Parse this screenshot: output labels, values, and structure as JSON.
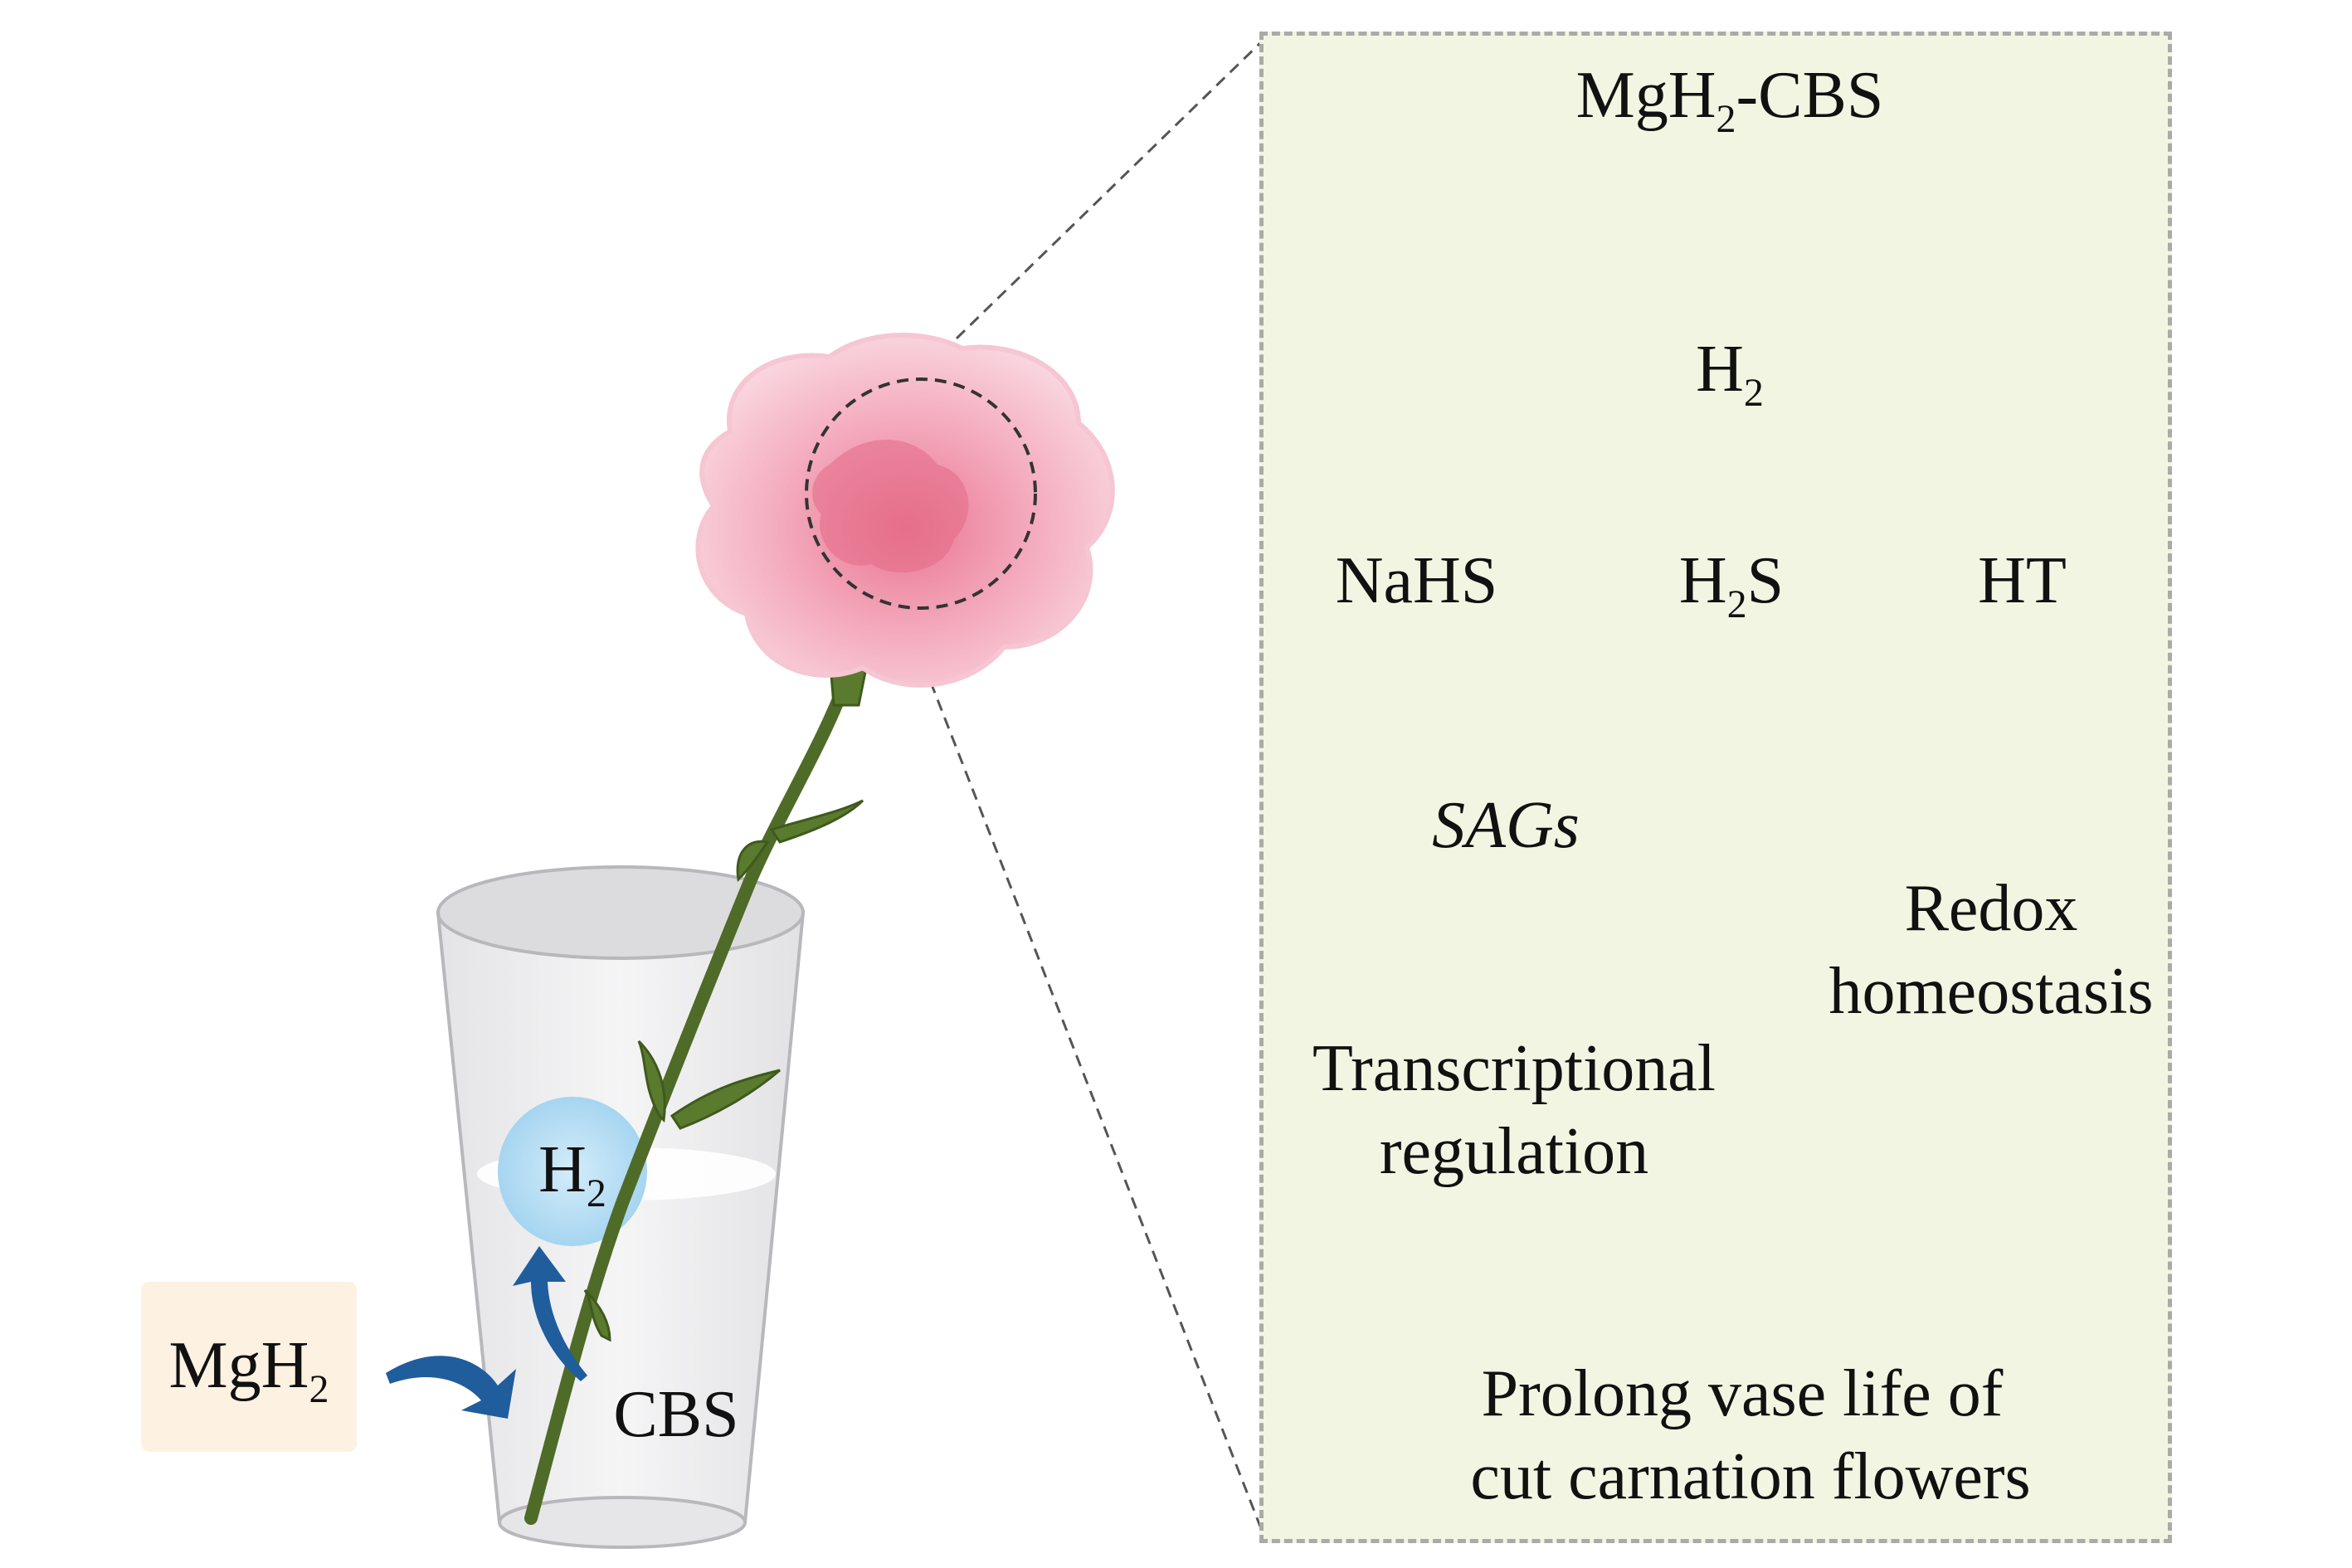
{
  "left_scene": {
    "reagent_box": {
      "main": "MgH",
      "sub": "2"
    },
    "bubble": {
      "main": "H",
      "sub": "2"
    },
    "enzyme": "CBS"
  },
  "pathway": {
    "top": {
      "main": "MgH",
      "sub": "2",
      "rest": "-CBS"
    },
    "h2": {
      "main": "H",
      "sub": "2"
    },
    "h2s": {
      "main": "H",
      "sub": "2",
      "rest": "S"
    },
    "nahs": "NaHS",
    "ht": "HT",
    "sags": "SAGs",
    "redox": [
      "Redox",
      "homeostasis"
    ],
    "transcriptional": [
      "Transcriptional",
      "regulation"
    ],
    "outcome": [
      "Prolong vase life of",
      "cut carnation flowers"
    ]
  },
  "colors": {
    "panel_bg": "#f1f5e2",
    "panel_border": "#a9aba6",
    "arrow": "#3a3a3a",
    "blue_arrow": "#1f5d9c",
    "flower": "#f3b0c2",
    "stem": "#556b2f",
    "bubble": "#b5dcf2",
    "reagent_bg": "#fdf1e2"
  }
}
